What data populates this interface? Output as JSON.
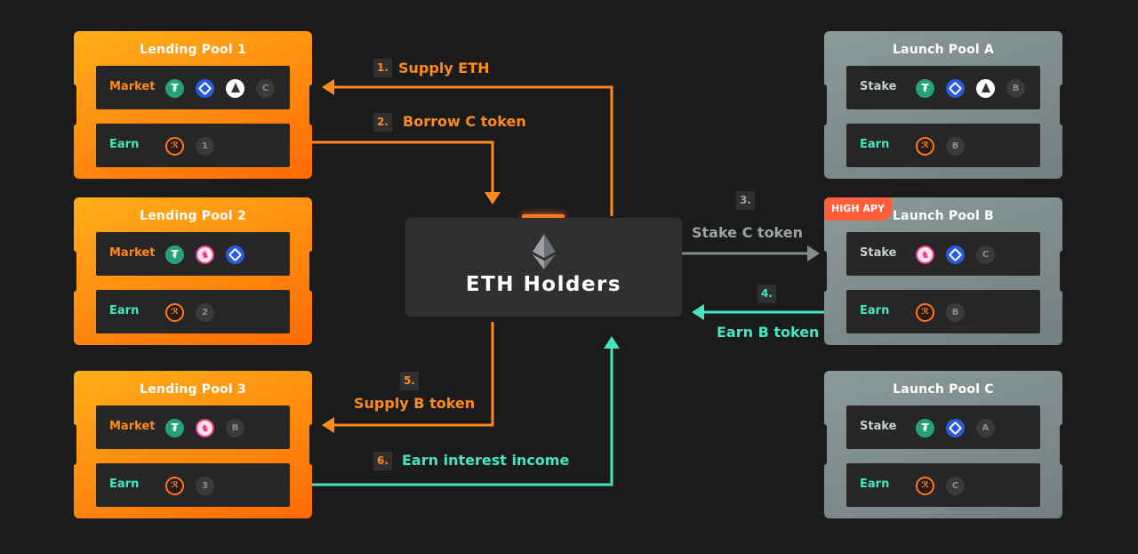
{
  "lending_pools": [
    {
      "title": "Lending Pool 1",
      "market_label": "Market",
      "earn_label": "Earn",
      "market_icons": [
        "tether-icon",
        "chainlink-icon",
        "ethereum-icon",
        "C"
      ],
      "earn_icons": [
        "reward-token-icon",
        "1"
      ]
    },
    {
      "title": "Lending Pool 2",
      "market_label": "Market",
      "earn_label": "Earn",
      "market_icons": [
        "tether-icon",
        "unicorn-icon",
        "chainlink-icon"
      ],
      "earn_icons": [
        "reward-token-icon",
        "2"
      ]
    },
    {
      "title": "Lending Pool 3",
      "market_label": "Market",
      "earn_label": "Earn",
      "market_icons": [
        "tether-icon",
        "unicorn-icon",
        "B"
      ],
      "earn_icons": [
        "reward-token-icon",
        "3"
      ]
    }
  ],
  "launch_pools": [
    {
      "title": "Launch Pool A",
      "badge": "",
      "stake_label": "Stake",
      "earn_label": "Earn",
      "stake_icons": [
        "tether-icon",
        "chainlink-icon",
        "ethereum-icon",
        "B"
      ],
      "earn_icons": [
        "reward-token-icon",
        "B"
      ]
    },
    {
      "title": "Launch Pool B",
      "badge": "HIGH APY",
      "stake_label": "Stake",
      "earn_label": "Earn",
      "stake_icons": [
        "unicorn-icon",
        "chainlink-icon",
        "C"
      ],
      "earn_icons": [
        "reward-token-icon",
        "B"
      ]
    },
    {
      "title": "Launch Pool C",
      "badge": "",
      "stake_label": "Stake",
      "earn_label": "Earn",
      "stake_icons": [
        "tether-icon",
        "chainlink-icon",
        "A"
      ],
      "earn_icons": [
        "reward-token-icon",
        "C"
      ]
    }
  ],
  "center": {
    "label": "ETH Holders",
    "icon": "ethereum-icon"
  },
  "steps": [
    {
      "num": "1.",
      "text": "Supply ETH",
      "color": "#ff8a1c"
    },
    {
      "num": "2.",
      "text": "Borrow C token",
      "color": "#ff8a1c"
    },
    {
      "num": "3.",
      "text": "Stake C token",
      "color": "#9aa5a4"
    },
    {
      "num": "4.",
      "text": "Earn B token",
      "color": "#45e6bf"
    },
    {
      "num": "5.",
      "text": "Supply B token",
      "color": "#ff8a1c"
    },
    {
      "num": "6.",
      "text": "Earn interest income",
      "color": "#45e6bf"
    }
  ],
  "colors": {
    "orange": "#ff8a1c",
    "teal": "#45e6bf",
    "grey": "#7f8e8d",
    "background": "#1b1b1c"
  }
}
